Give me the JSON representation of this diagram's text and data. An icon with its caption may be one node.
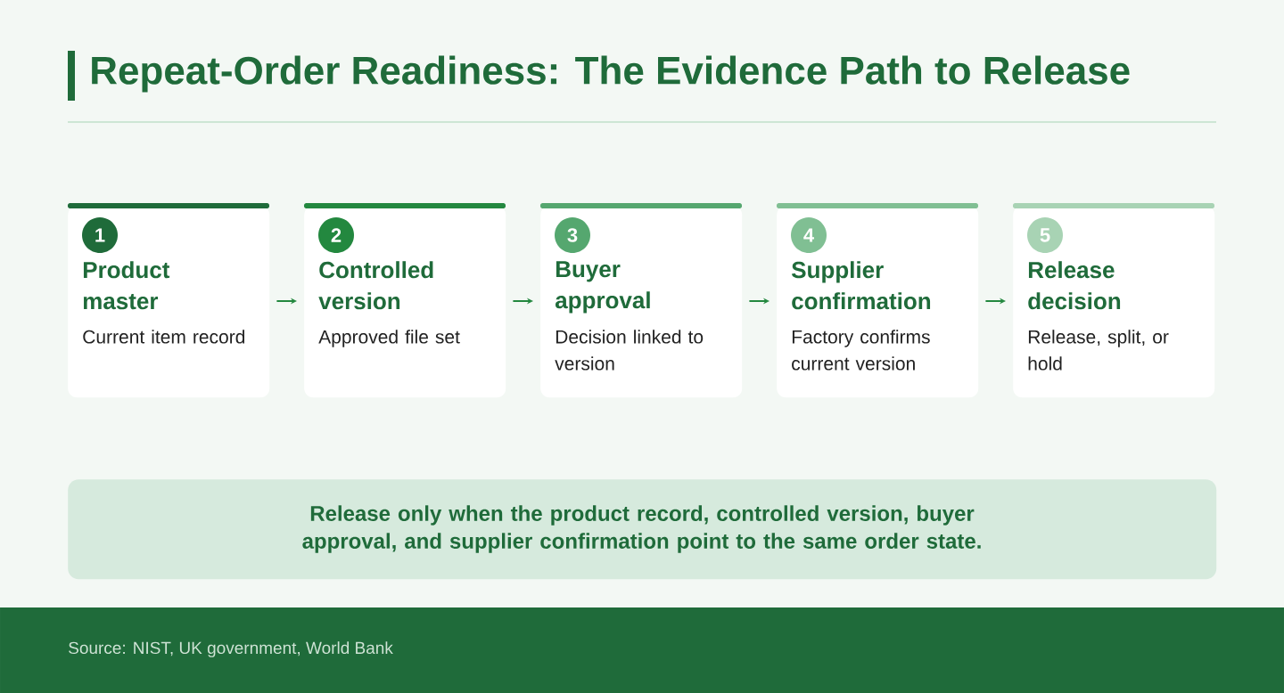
{
  "diagram": {
    "title": "Repeat-Order Readiness: The Evidence Path to Release",
    "nodes": [
      {
        "text": [
          "1",
          "Product master",
          "Current item record"
        ]
      },
      {
        "text": [
          "2",
          "Controlled version",
          "Approved file set"
        ]
      },
      {
        "text": [
          "3",
          "Buyer approval",
          "Decision linked to version"
        ]
      },
      {
        "text": [
          "4",
          "Supplier confirmation",
          "Factory confirms current version"
        ]
      },
      {
        "text": [
          "5",
          "Release decision",
          "Release, split, or hold"
        ]
      },
      {
        "text": [
          "Release only when the product record, controlled version, buyer approval, and supplier confirmation point to the same order state."
        ]
      }
    ],
    "edges": [
      {
        "from": 0,
        "to": 1,
        "arrow": "to"
      },
      {
        "from": 1,
        "to": 2,
        "arrow": "to"
      },
      {
        "from": 2,
        "to": 3,
        "arrow": "to"
      },
      {
        "from": 3,
        "to": 4,
        "arrow": "to"
      }
    ],
    "labels": [
      "Source: NIST, UK government, World Bank"
    ]
  }
}
